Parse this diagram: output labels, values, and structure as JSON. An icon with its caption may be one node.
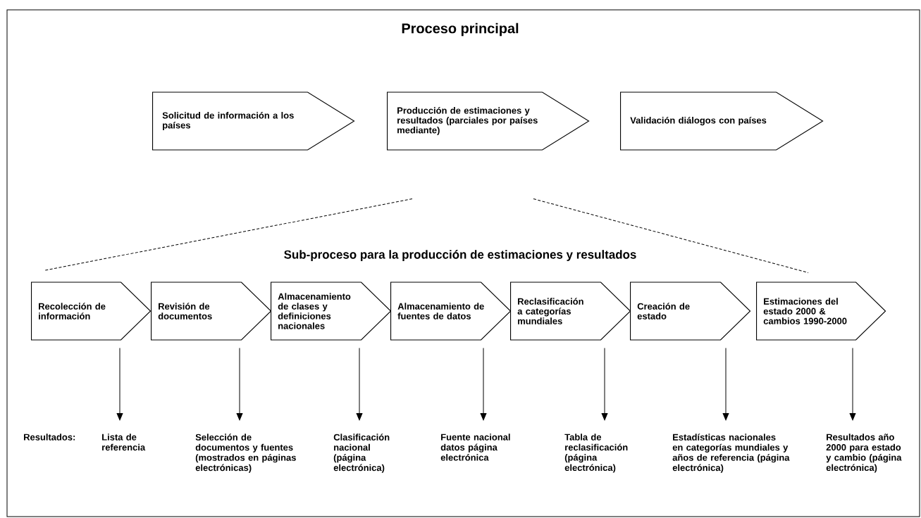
{
  "diagram": {
    "title": "Proceso principal",
    "nodes": [
      {
        "text": [
          "Solicitud de información a los países"
        ]
      },
      {
        "text": [
          "Producción de estimaciones y resultados (parciales por países mediante)"
        ]
      },
      {
        "text": [
          "Validación diálogos con países"
        ]
      },
      {
        "text": [
          "Recolección de información"
        ]
      },
      {
        "text": [
          "Revisión de documentos"
        ]
      },
      {
        "text": [
          "Almacenamiento de clases y definiciones nacionales"
        ]
      },
      {
        "text": [
          "Almacenamiento de fuentes de datos"
        ]
      },
      {
        "text": [
          "Reclasificación a categorías mundiales"
        ]
      },
      {
        "text": [
          "Creación de estado"
        ]
      },
      {
        "text": [
          "Estimaciones del estado 2000 & cambios 1990-2000"
        ]
      },
      {
        "text": [
          "Lista de referencia"
        ]
      },
      {
        "text": [
          "Selección de documentos y fuentes (mostrados en páginas electrónicas)"
        ]
      },
      {
        "text": [
          "Clasificación nacional (página electrónica)"
        ]
      },
      {
        "text": [
          "Fuente nacional datos página electrónica"
        ]
      },
      {
        "text": [
          "Tabla de reclasificación (página electrónica)"
        ]
      },
      {
        "text": [
          "Estadísticas nacionales en categorías mundiales y años de referencia (página electrónica)"
        ]
      },
      {
        "text": [
          "Resultados año 2000 para estado y cambio (página electrónica)"
        ]
      }
    ],
    "edges": [
      {
        "from": 3,
        "to": 10,
        "arrow": "to"
      },
      {
        "from": 4,
        "to": 11,
        "arrow": "to"
      },
      {
        "from": 5,
        "to": 12,
        "arrow": "to"
      },
      {
        "from": 6,
        "to": 13,
        "arrow": "to"
      },
      {
        "from": 7,
        "to": 14,
        "arrow": "to"
      },
      {
        "from": 8,
        "to": 15,
        "arrow": "to"
      },
      {
        "from": 9,
        "to": 16,
        "arrow": "to"
      },
      {
        "from": 1,
        "to": 3,
        "arrow": "none",
        "style": "dashed"
      },
      {
        "from": 1,
        "to": 9,
        "arrow": "none",
        "style": "dashed"
      }
    ],
    "labels": [
      "Sub-proceso para la producción de estimaciones y resultados",
      "Resultados:"
    ]
  }
}
